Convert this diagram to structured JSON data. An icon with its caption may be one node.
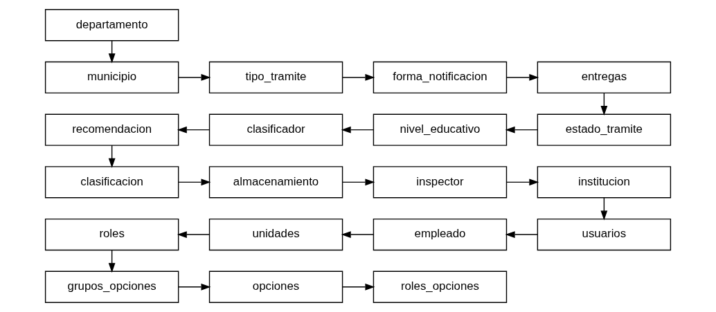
{
  "diagram": {
    "nodes": [
      {
        "text": [
          "departamento"
        ]
      },
      {
        "text": [
          "municipio"
        ]
      },
      {
        "text": [
          "tipo_tramite"
        ]
      },
      {
        "text": [
          "forma_notificacion"
        ]
      },
      {
        "text": [
          "entregas"
        ]
      },
      {
        "text": [
          "recomendacion"
        ]
      },
      {
        "text": [
          "clasificador"
        ]
      },
      {
        "text": [
          "nivel_educativo"
        ]
      },
      {
        "text": [
          "estado_tramite"
        ]
      },
      {
        "text": [
          "clasificacion"
        ]
      },
      {
        "text": [
          "almacenamiento"
        ]
      },
      {
        "text": [
          "inspector"
        ]
      },
      {
        "text": [
          "institucion"
        ]
      },
      {
        "text": [
          "roles"
        ]
      },
      {
        "text": [
          "unidades"
        ]
      },
      {
        "text": [
          "empleado"
        ]
      },
      {
        "text": [
          "usuarios"
        ]
      },
      {
        "text": [
          "grupos_opciones"
        ]
      },
      {
        "text": [
          "opciones"
        ]
      },
      {
        "text": [
          "roles_opciones"
        ]
      }
    ],
    "edges": [
      {
        "from": 0,
        "to": 1,
        "arrow": "to"
      },
      {
        "from": 1,
        "to": 2,
        "arrow": "to"
      },
      {
        "from": 2,
        "to": 3,
        "arrow": "to"
      },
      {
        "from": 3,
        "to": 4,
        "arrow": "to"
      },
      {
        "from": 4,
        "to": 8,
        "arrow": "to"
      },
      {
        "from": 8,
        "to": 7,
        "arrow": "to"
      },
      {
        "from": 7,
        "to": 6,
        "arrow": "to"
      },
      {
        "from": 6,
        "to": 5,
        "arrow": "to"
      },
      {
        "from": 5,
        "to": 9,
        "arrow": "to"
      },
      {
        "from": 9,
        "to": 10,
        "arrow": "to"
      },
      {
        "from": 10,
        "to": 11,
        "arrow": "to"
      },
      {
        "from": 11,
        "to": 12,
        "arrow": "to"
      },
      {
        "from": 12,
        "to": 16,
        "arrow": "to"
      },
      {
        "from": 16,
        "to": 15,
        "arrow": "to"
      },
      {
        "from": 15,
        "to": 14,
        "arrow": "to"
      },
      {
        "from": 14,
        "to": 13,
        "arrow": "to"
      },
      {
        "from": 13,
        "to": 17,
        "arrow": "to"
      },
      {
        "from": 17,
        "to": 18,
        "arrow": "to"
      },
      {
        "from": 18,
        "to": 19,
        "arrow": "to"
      }
    ]
  }
}
